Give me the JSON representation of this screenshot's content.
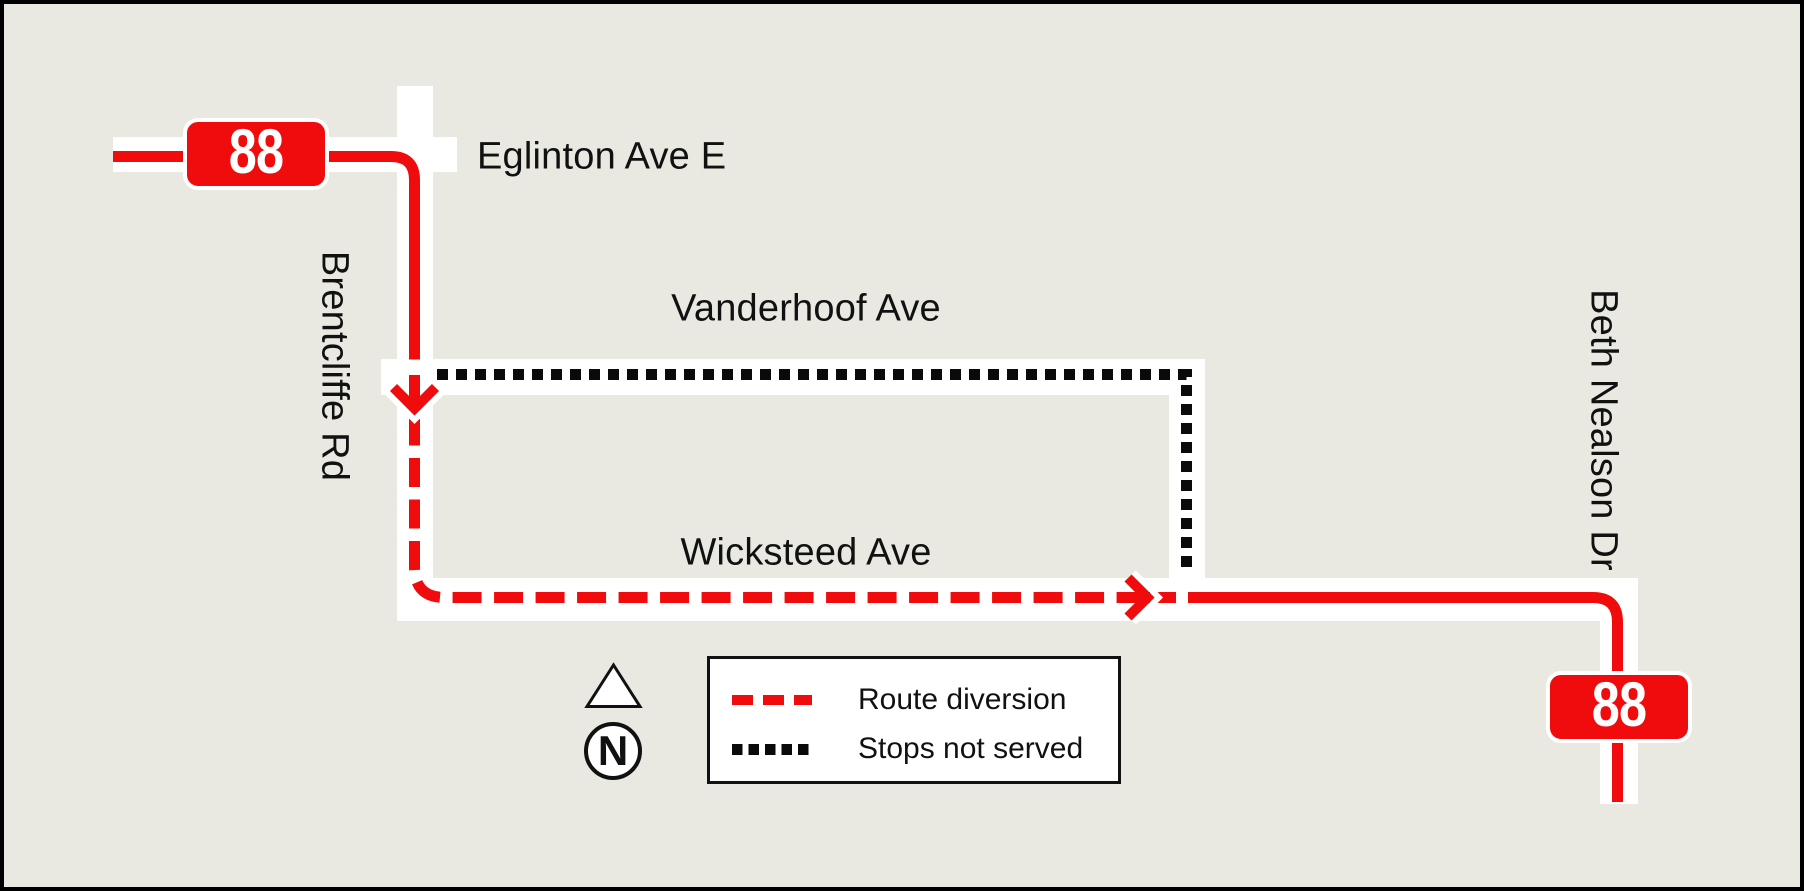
{
  "map": {
    "route_number": "88",
    "streets": {
      "eglinton": "Eglinton Ave E",
      "brentcliffe": "Brentcliffe Rd",
      "vanderhoof": "Vanderhoof Ave",
      "wicksteed": "Wicksteed Ave",
      "beth_nealson": "Beth Nealson Dr"
    },
    "badges": {
      "west": "88",
      "east": "88"
    },
    "north_label": "N"
  },
  "legend": {
    "route_diversion_label": "Route diversion",
    "stops_not_served_label": "Stops not served"
  },
  "colors": {
    "route_red": "#f00c0c",
    "background": "#e9e9e2",
    "road": "#ffffff",
    "line_black": "#111111"
  }
}
